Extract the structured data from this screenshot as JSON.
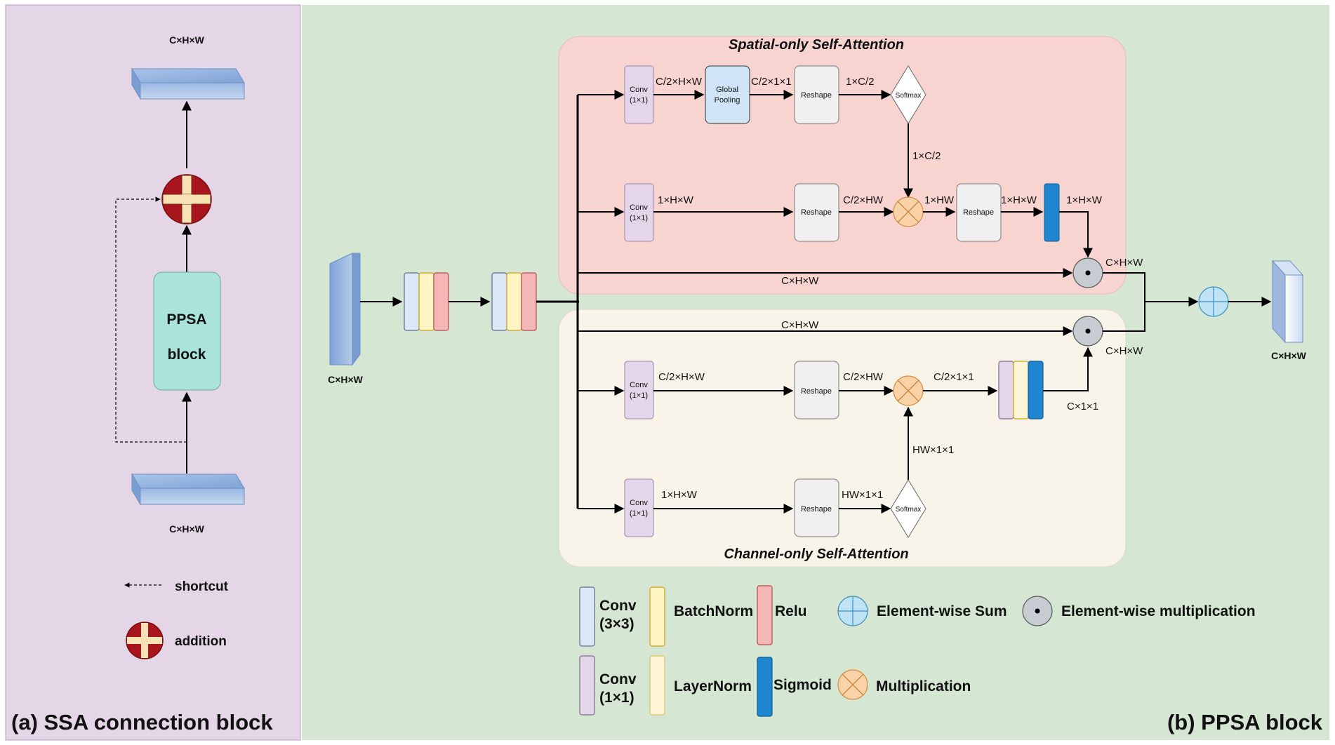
{
  "colors": {
    "panel_a_bg": "#e4d6e6",
    "panel_b_bg": "#d5e7d3",
    "spatial_box": "#f8d4d0",
    "channel_box": "#f8f4ea",
    "conv3x3": "#dde8f6",
    "batchnorm": "#fff4c2",
    "relu": "#f4b7b5",
    "conv1x1": "#e4d6e8",
    "layernorm": "#fff6d8",
    "sigmoid": "#1f86cf",
    "ppsa_block": "#a9e3dc",
    "addition": "#a8151c",
    "element_sum": "#bfe3f5",
    "multiplication": "#f9d2a8",
    "element_mult": "#c7ccd3"
  },
  "panel_a": {
    "caption": "(a) SSA connection block",
    "top_label": "C×H×W",
    "bottom_label": "C×H×W",
    "block_line1": "PPSA",
    "block_line2": "block",
    "legend_shortcut": "shortcut",
    "legend_addition": "addition"
  },
  "panel_b": {
    "caption": "(b) PPSA block",
    "input_label": "C×H×W",
    "output_label": "C×H×W",
    "spatial_title": "Spatial-only Self-Attention",
    "channel_title": "Channel-only Self-Attention",
    "nodes": {
      "conv_text": "Conv",
      "conv_sub": "(1×1)",
      "global_pooling_1": "Global",
      "global_pooling_2": "Pooling",
      "reshape": "Reshape",
      "softmax": "Softmax"
    },
    "edge_labels": {
      "s_conv_top": "C/2×H×W",
      "s_pool_out": "C/2×1×1",
      "s_reshape_top_out": "1×C/2",
      "s_softmax_down": "1×C/2",
      "s_conv_mid": "1×H×W",
      "s_reshape_mid_out": "C/2×HW",
      "s_mult_out": "1×HW",
      "s_reshape2_out": "1×H×W",
      "s_sigmoid_out": "1×H×W",
      "s_dot_out": "C×H×W",
      "s_bypass": "C×H×W",
      "c_bypass": "C×H×W",
      "c_dot_out": "C×H×W",
      "c_conv_top": "C/2×H×W",
      "c_reshape_top_out": "C/2×HW",
      "c_mult_out": "C/2×1×1",
      "c_stack_out": "C×1×1",
      "c_softmax_up": "HW×1×1",
      "c_conv_bottom": "1×H×W",
      "c_reshape_bottom_out": "HW×1×1"
    }
  },
  "legend": {
    "conv3x3_1": "Conv",
    "conv3x3_2": "(3×3)",
    "batchnorm": "BatchNorm",
    "relu": "Relu",
    "element_sum": "Element-wise Sum",
    "element_mult": "Element-wise multiplication",
    "conv1x1_1": "Conv",
    "conv1x1_2": "(1×1)",
    "layernorm": "LayerNorm",
    "sigmoid": "Sigmoid",
    "multiplication": "Multiplication"
  }
}
